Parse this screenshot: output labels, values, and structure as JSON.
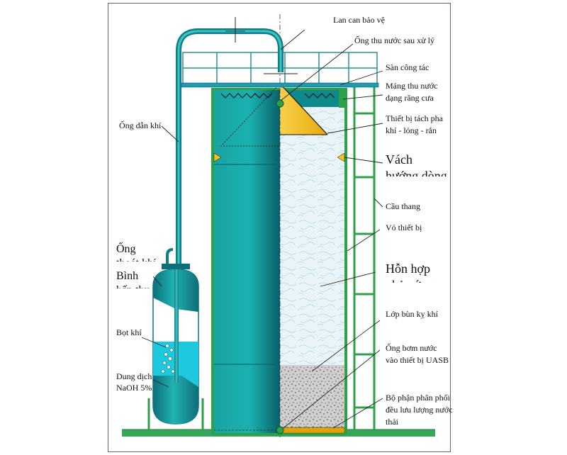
{
  "diagram": {
    "labels": {
      "lan_can": "Lan can bảo vệ",
      "ong_thu_nuoc": "Ống thu nước sau xử lý",
      "san_cong_tac": "Sàn công tác",
      "mang_thu_1": "Máng thu nước",
      "mang_thu_2": "dạng răng cưa",
      "thiet_bi_tach_1": "Thiết bị tách pha",
      "thiet_bi_tach_2": "khí - lỏng - rắn",
      "vach_1": "Vách",
      "vach_2": "hướng dòng",
      "cau_thang": "Cầu thang",
      "vo_thiet_bi": "Vỏ thiết bị",
      "hon_hop_1": "Hỗn hợp",
      "hon_hop_2": "phản ứng",
      "lop_bun": "Lớp bùn kỵ khí",
      "ong_bom_1": "Ống bơm nước",
      "ong_bom_2": "vào thiết bị UASB",
      "bo_phan_1": "Bộ phận phân phối",
      "bo_phan_2": "đều lưu lượng nước",
      "bo_phan_3": "thải",
      "ong_dan_khi": "Ống dẫn khí",
      "ong_thoat_1": "Ống",
      "ong_thoat_2": "thoát khí",
      "binh_1": "Bình",
      "binh_2": "hấp thụ",
      "bot_khi": "Bọt khí",
      "dung_dich_1": "Dung dịch",
      "dung_dich_2": "NaOH 5%"
    },
    "colors": {
      "teal": "#1fa7a7",
      "teal_dark": "#0e7f86",
      "green_frame": "#2fa04a",
      "funnel": "#f4c320",
      "railing": "#2f8f9a",
      "water": "#1ec9e0"
    }
  }
}
